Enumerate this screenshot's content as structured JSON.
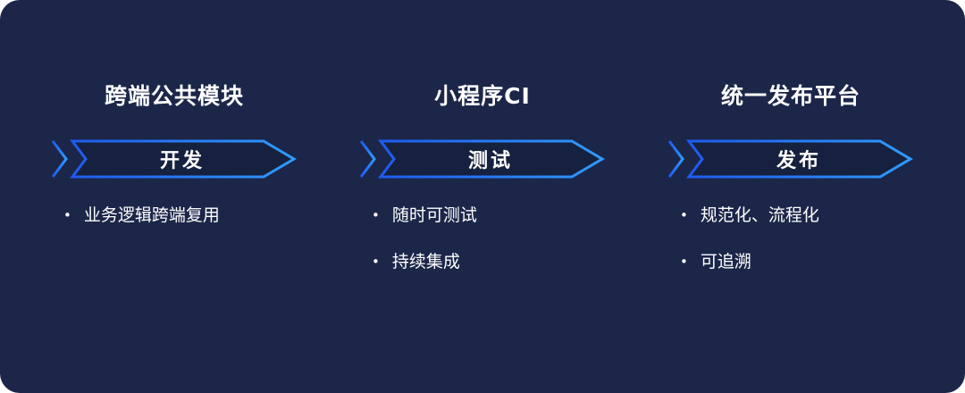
{
  "ui": {
    "bullet": "•"
  },
  "colors": {
    "background": "#1B2649",
    "arrow_stroke_start": "#1E5BEF",
    "arrow_stroke_end": "#2E9BFF",
    "arrow_fill": "#16213F",
    "text": "#FFFFFF"
  },
  "columns": [
    {
      "title": "跨端公共模块",
      "stage": "开发",
      "bullets": [
        "业务逻辑跨端复用"
      ]
    },
    {
      "title": "小程序CI",
      "stage": "测试",
      "bullets": [
        "随时可测试",
        "持续集成"
      ]
    },
    {
      "title": "统一发布平台",
      "stage": "发布",
      "bullets": [
        "规范化、流程化",
        "可追溯"
      ]
    }
  ]
}
